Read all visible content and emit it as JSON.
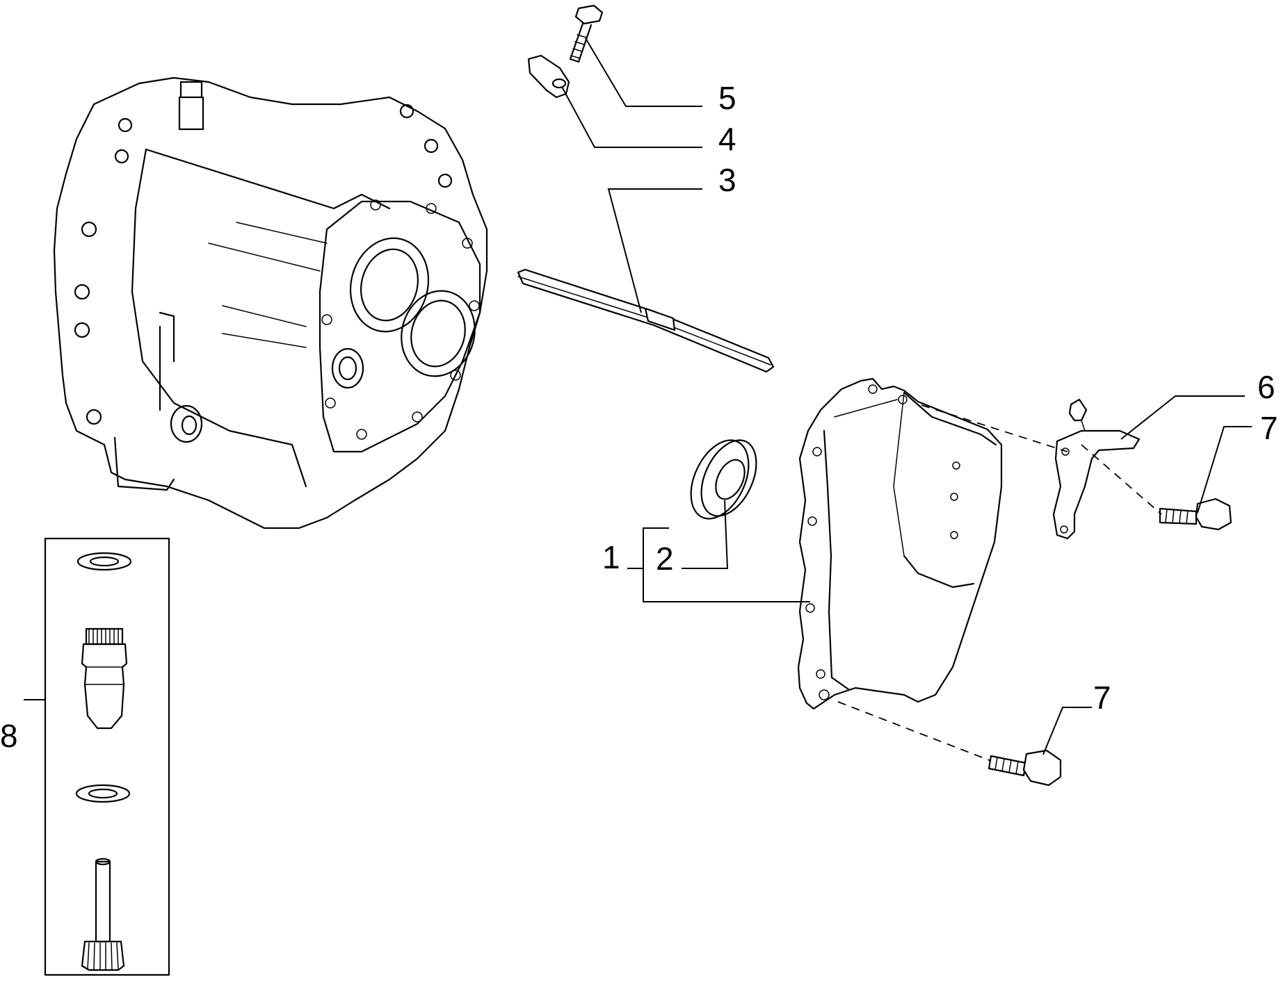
{
  "callouts": [
    {
      "id": "c1",
      "text": "1"
    },
    {
      "id": "c2",
      "text": "2"
    },
    {
      "id": "c3",
      "text": "3"
    },
    {
      "id": "c4",
      "text": "4"
    },
    {
      "id": "c5",
      "text": "5"
    },
    {
      "id": "c6",
      "text": "6"
    },
    {
      "id": "c7a",
      "text": "7"
    },
    {
      "id": "c7b",
      "text": "7"
    },
    {
      "id": "c8",
      "text": "8"
    }
  ],
  "parts": {
    "housing": "gearbox-housing",
    "cover": "rear-cover",
    "oil_seal": "oil-seal",
    "gasket_strip": "gasket-strip",
    "bracket": "bracket",
    "bolt_top": "bolt",
    "lever": "lever",
    "bolt_right": "bolt",
    "bolt_bottom": "bolt",
    "speedometer_kit": "speedometer-drive-kit"
  },
  "colors": {
    "ink": "#000000",
    "background": "#ffffff"
  }
}
